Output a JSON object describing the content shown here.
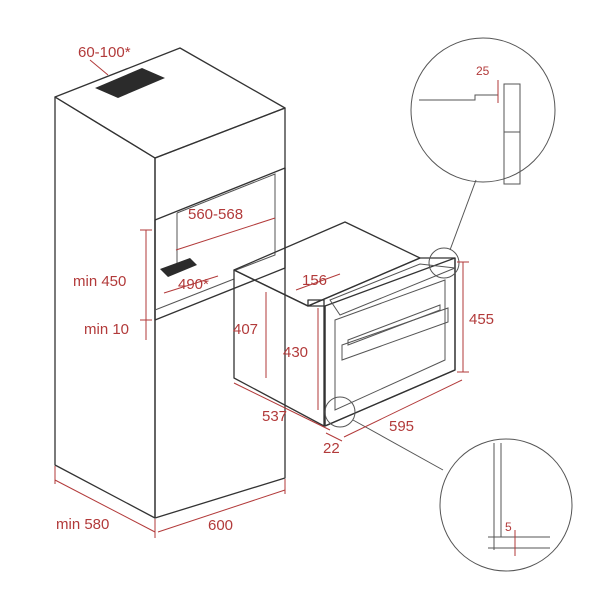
{
  "colors": {
    "line": "#333333",
    "dimension": "#b23a3a",
    "vent": "#2b2b2b",
    "background": "#ffffff"
  },
  "labels": {
    "top_vent_gap": "60-100*",
    "inner_width": "560-568",
    "min_height": "min 450",
    "vent_width": "490*",
    "min_bottom": "min 10",
    "oven_top_depth": "156",
    "oven_body_height": "407",
    "oven_height_430": "430",
    "oven_front_height": "455",
    "oven_depth": "537",
    "oven_width": "595",
    "front_offset": "22",
    "cabinet_min_depth": "min 580",
    "cabinet_width": "600",
    "detail_top_gap": "25",
    "detail_bottom_gap": "5"
  }
}
